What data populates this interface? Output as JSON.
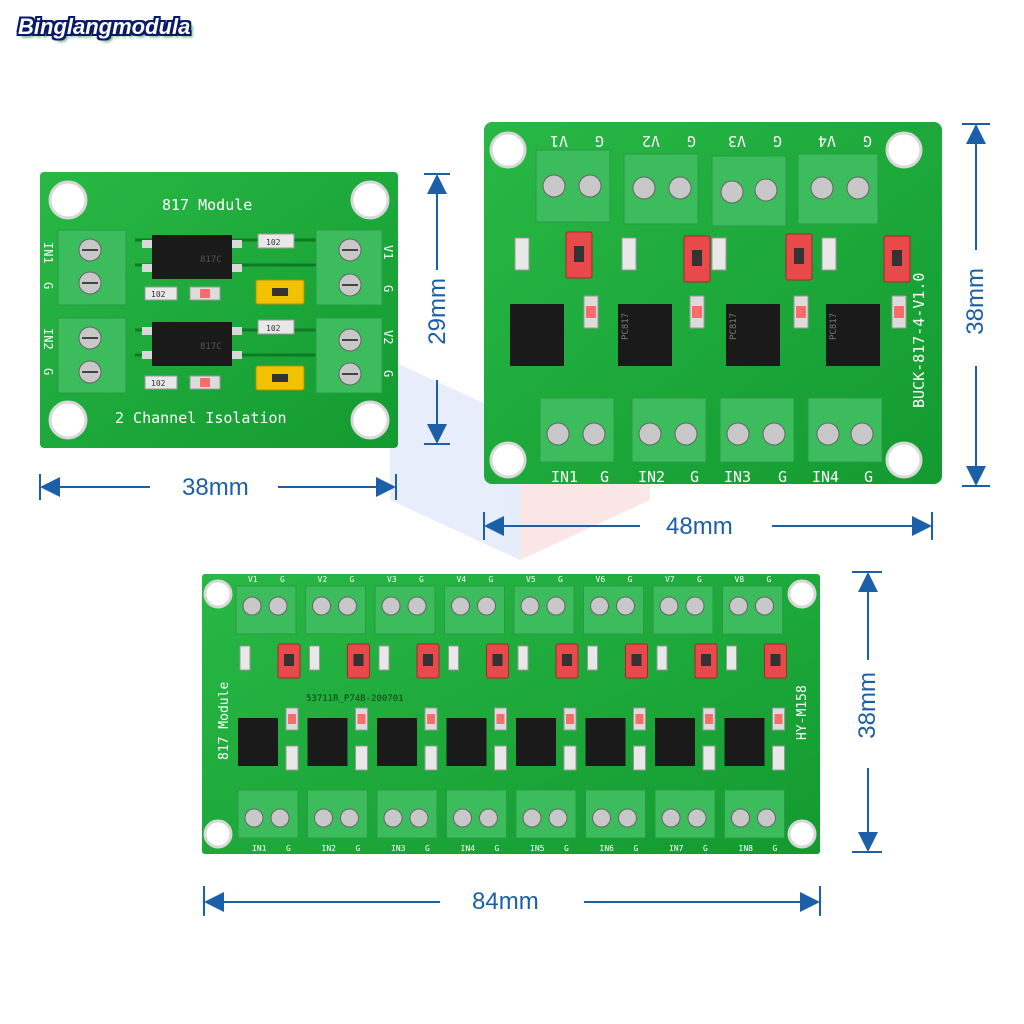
{
  "brand": "Binglangmodula",
  "board_2ch": {
    "title": "817 Module",
    "subtitle": "2 Channel Isolation",
    "inputs": [
      "IN1",
      "IN2"
    ],
    "outputs": [
      "V1",
      "V2"
    ],
    "gnd": "G",
    "chip_text": "817C",
    "resistor_text": "102"
  },
  "board_4ch": {
    "model": "BUCK-817-4-V1.0",
    "inputs": [
      "IN1",
      "IN2",
      "IN3",
      "IN4"
    ],
    "outputs": [
      "V1",
      "V2",
      "V3",
      "V4"
    ],
    "gnd": "G",
    "chip_text": "PC817"
  },
  "board_8ch": {
    "title": "817 Module",
    "model": "HY-M158",
    "serial": "53711R_P74B-200701",
    "inputs": [
      "IN1",
      "IN2",
      "IN3",
      "IN4",
      "IN5",
      "IN6",
      "IN7",
      "IN8"
    ],
    "outputs": [
      "V1",
      "V2",
      "V3",
      "V4",
      "V5",
      "V6",
      "V7",
      "V8"
    ],
    "gnd": "G"
  },
  "dimensions": {
    "d1_width": "38mm",
    "d1_height": "29mm",
    "d2_width": "48mm",
    "d2_height": "38mm",
    "d3_width": "84mm",
    "d3_height": "38mm"
  },
  "colors": {
    "pcb": "#1fa83a",
    "terminal": "#3cbc5c",
    "dimension": "#1a5fa8",
    "jumper_yellow": "#f2c200",
    "jumper_red": "#e8494a"
  }
}
